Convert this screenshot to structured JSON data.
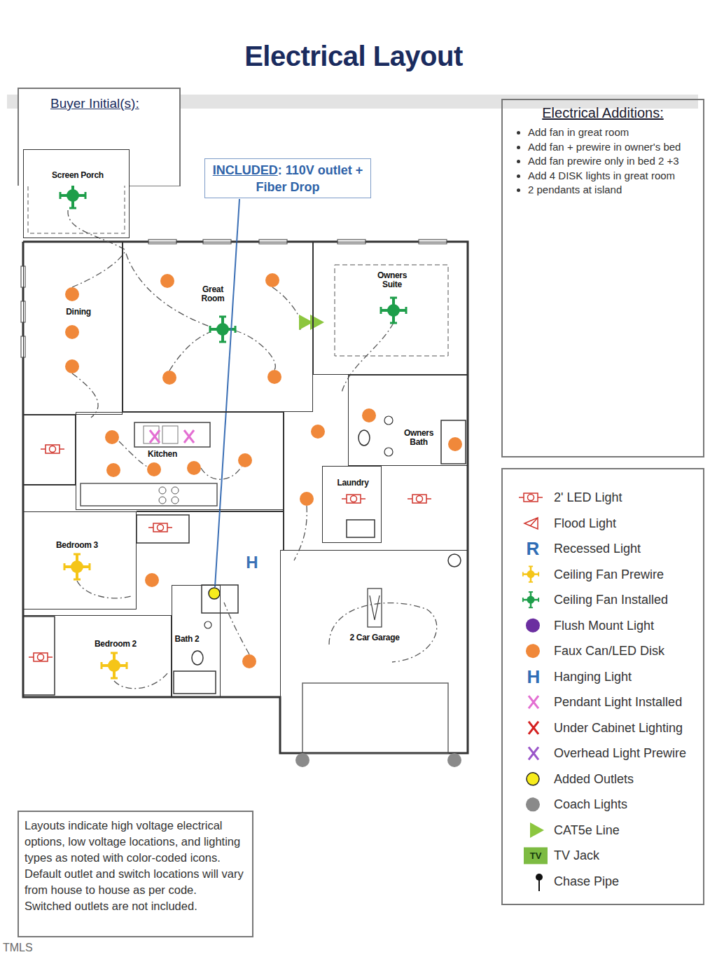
{
  "diagram": {
    "title": "Electrical Layout",
    "nodes": [
      {
        "text": [
          "Buyer Initial(s):"
        ]
      },
      {
        "text": [
          "INCLUDED",
          ": 110V outlet + Fiber Drop"
        ]
      },
      {
        "text": [
          "Electrical Additions:",
          "Add fan in great room",
          "Add fan + prewire in owner's bed",
          "Add fan prewire only in bed 2 +3",
          "Add 4 DISK lights in great room",
          "2 pendants at island"
        ]
      },
      {
        "text": [
          "Screen Porch"
        ]
      },
      {
        "text": [
          "Great Room"
        ]
      },
      {
        "text": [
          "Owners Suite"
        ]
      },
      {
        "text": [
          "Dining"
        ]
      },
      {
        "text": [
          "Owners Bath"
        ]
      },
      {
        "text": [
          "Kitchen"
        ]
      },
      {
        "text": [
          "Laundry"
        ]
      },
      {
        "text": [
          "Bedroom 3"
        ]
      },
      {
        "text": [
          "2 Car Garage"
        ]
      },
      {
        "text": [
          "Bath 2"
        ]
      },
      {
        "text": [
          "Bedroom 2"
        ]
      },
      {
        "text": [
          "Layouts indicate high voltage electrical options, low voltage locations, and lighting types as noted with color-coded icons. Default outlet and switch locations will vary from house to house as per code. Switched outlets are not included."
        ]
      }
    ],
    "labels": [
      "R",
      "H",
      "H",
      "TV",
      "TMLS"
    ],
    "legend": [
      {
        "text": "2' LED Light"
      },
      {
        "text": "Flood Light"
      },
      {
        "text": "Recessed Light"
      },
      {
        "text": "Ceiling Fan Prewire"
      },
      {
        "text": "Ceiling Fan Installed"
      },
      {
        "text": "Flush Mount Light",
        "color": "#6b2fa0"
      },
      {
        "text": "Faux Can/LED Disk",
        "color": "#f0883a"
      },
      {
        "text": "Hanging Light"
      },
      {
        "text": "Pendant Light Installed"
      },
      {
        "text": "Under Cabinet Lighting"
      },
      {
        "text": "Overhead Light Prewire"
      },
      {
        "text": "Added Outlets",
        "color": "#f7ec1c"
      },
      {
        "text": "Coach Lights",
        "color": "#8a8a8a"
      },
      {
        "text": "CAT5e Line"
      },
      {
        "text": "TV Jack",
        "color": "#7dbb42"
      },
      {
        "text": "Chase Pipe"
      }
    ]
  }
}
